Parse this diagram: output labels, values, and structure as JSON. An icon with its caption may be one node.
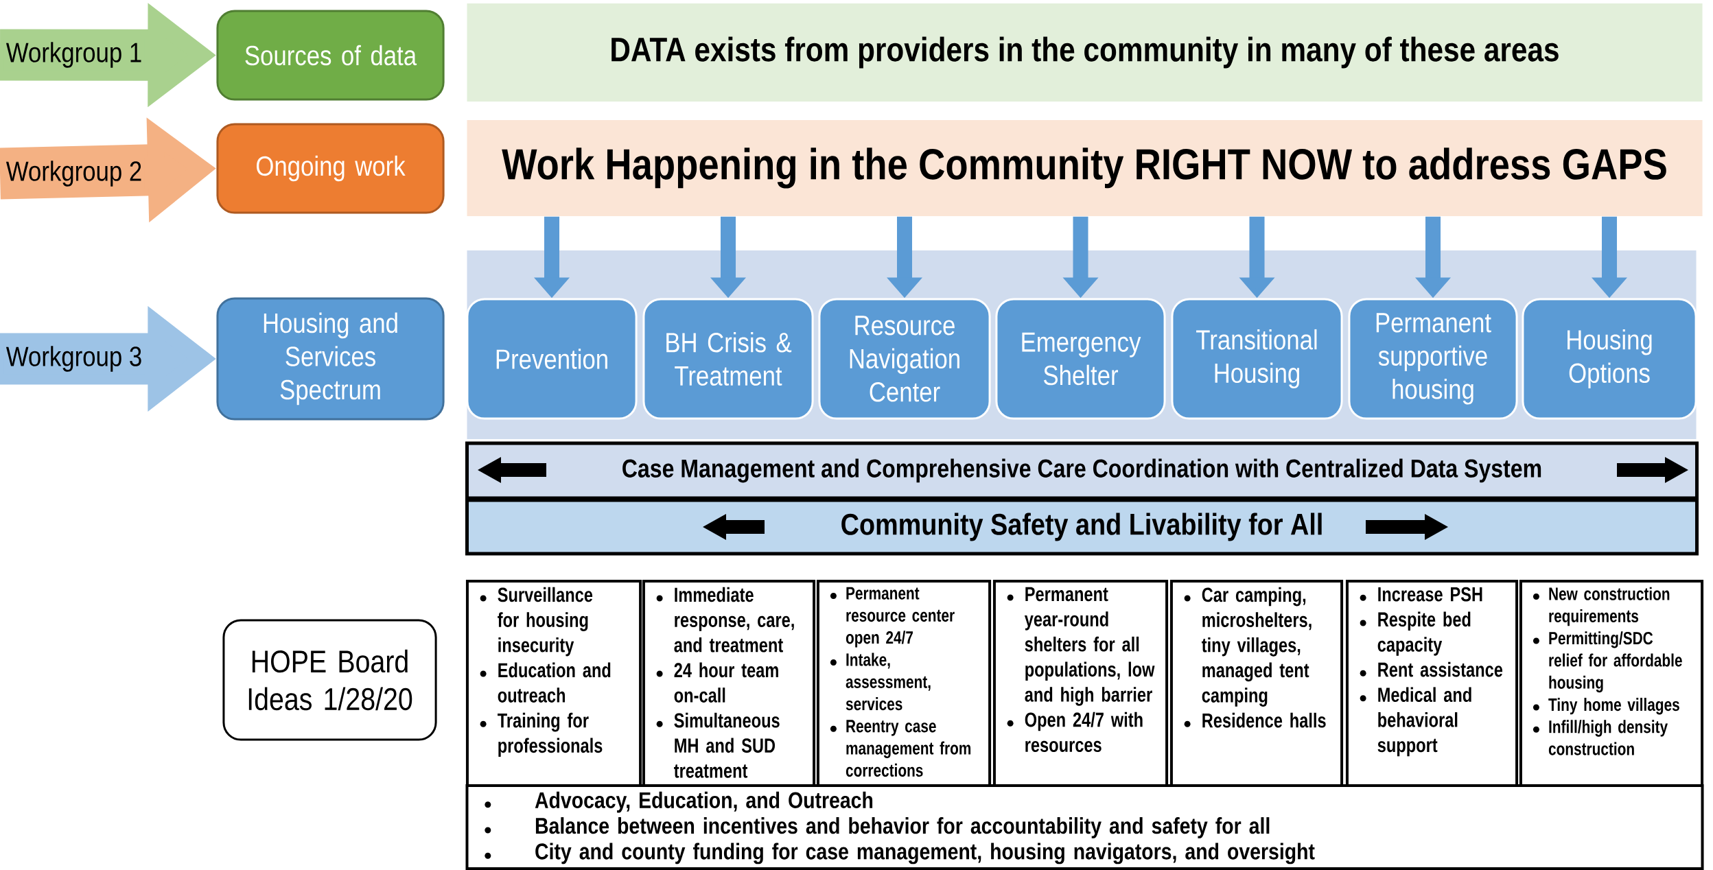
{
  "diagram": {
    "nodes": [
      {
        "text": [
          "Sources of data"
        ]
      },
      {
        "text": [
          "DATA exists from providers in the community in many of these areas"
        ]
      },
      {
        "text": [
          "Ongoing work"
        ]
      },
      {
        "text": [
          "Work Happening in the Community RIGHT NOW to address GAPS"
        ]
      },
      {
        "text": [
          "Housing and Services Spectrum"
        ]
      },
      {
        "text": [],
        "shape": "box"
      },
      {
        "text": [
          "Prevention"
        ],
        "in": 5
      },
      {
        "text": [
          "BH Crisis & Treatment"
        ],
        "in": 5
      },
      {
        "text": [
          "Resource Navigation Center"
        ],
        "in": 5
      },
      {
        "text": [
          "Emergency Shelter"
        ],
        "in": 5
      },
      {
        "text": [
          "Transitional Housing"
        ],
        "in": 5
      },
      {
        "text": [
          "Permanent supportive housing"
        ],
        "in": 5
      },
      {
        "text": [
          "Housing Options"
        ],
        "in": 5
      },
      {
        "text": [
          "Case Management and Comprehensive Care Coordination with Centralized Data System"
        ]
      },
      {
        "text": [
          "Community Safety and Livability for All"
        ]
      },
      {
        "text": [
          "HOPE Board Ideas 1/28/20"
        ]
      },
      {
        "text": [
          "Surveillance for housing insecurity",
          "Education and outreach",
          "Training for professionals"
        ]
      },
      {
        "text": [
          "Immediate response, care, and treatment",
          "24 hour team on-call",
          "Simultaneous MH and SUD treatment"
        ]
      },
      {
        "text": [
          "Permanent resource center open 24/7",
          "Intake, assessment, services",
          "Reentry case management from corrections"
        ]
      },
      {
        "text": [
          "Permanent year-round shelters for all populations, low and high barrier",
          "Open 24/7 with resources"
        ]
      },
      {
        "text": [
          "Car camping, microshelters, tiny villages, managed tent camping",
          "Residence halls"
        ]
      },
      {
        "text": [
          "Increase PSH",
          "Respite bed capacity",
          "Rent assistance",
          "Medical and behavioral support"
        ]
      },
      {
        "text": [
          "New construction requirements",
          "Permitting/SDC relief for affordable housing",
          "Tiny home villages",
          "Infill/high density construction"
        ]
      },
      {
        "text": [
          "Advocacy, Education, and Outreach",
          "Balance between incentives and behavior for accountability and safety for all",
          "City and county funding for case management, housing navigators, and oversight"
        ]
      }
    ],
    "edges": [
      {
        "from": null,
        "to": 0,
        "arrow": "to",
        "label": "Workgroup 1",
        "color": "#a9d18e",
        "style": "thick"
      },
      {
        "from": null,
        "to": 2,
        "arrow": "to",
        "label": "Workgroup 2",
        "color": "#f4b183",
        "style": "thick"
      },
      {
        "from": null,
        "to": 4,
        "arrow": "to",
        "label": "Workgroup 3",
        "color": "#9dc3e6",
        "style": "thick"
      },
      {
        "from": 3,
        "to": 6,
        "arrow": "to"
      },
      {
        "from": 3,
        "to": 7,
        "arrow": "to"
      },
      {
        "from": 3,
        "to": 8,
        "arrow": "to"
      },
      {
        "from": 3,
        "to": 9,
        "arrow": "to"
      },
      {
        "from": 3,
        "to": 10,
        "arrow": "to"
      },
      {
        "from": 3,
        "to": 11,
        "arrow": "to"
      },
      {
        "from": 3,
        "to": 12,
        "arrow": "to"
      }
    ]
  }
}
